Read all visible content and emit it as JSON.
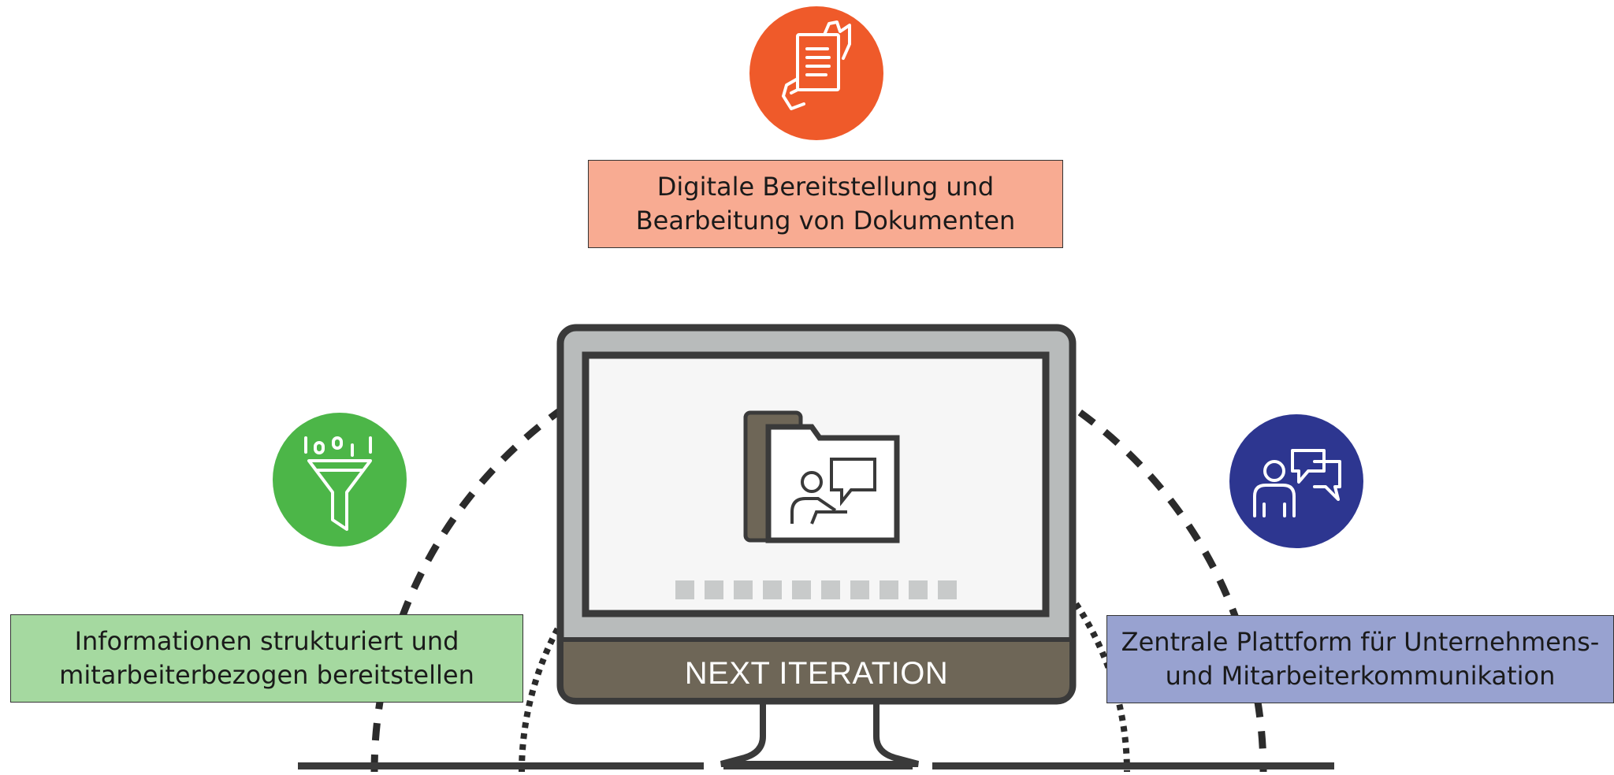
{
  "monitor": {
    "banner_text": "NEXT ITERATION"
  },
  "nodes": {
    "top": {
      "icon": "document-hands-icon",
      "color": "#ef5a2a",
      "box_color": "#f8ab92",
      "lines": [
        "Digitale Bereitstellung und",
        "Bearbeitung von Dokumenten"
      ]
    },
    "left": {
      "icon": "data-funnel-icon",
      "color": "#4cb648",
      "box_color": "#a5d9a0",
      "lines": [
        "Informationen strukturiert und",
        "mitarbeiterbezogen bereitstellen"
      ]
    },
    "right": {
      "icon": "people-chat-icon",
      "color": "#2d3690",
      "box_color": "#98a2d0",
      "lines": [
        "Zentrale Plattform für Unternehmens-",
        "und Mitarbeiterkommunikation"
      ]
    }
  },
  "colors": {
    "arc": "#2b2b2b",
    "monitor_frame": "#3a3a3a",
    "monitor_bezel": "#b8bbbb",
    "monitor_banner": "#6e6657",
    "progress_block": "#c8caca"
  }
}
